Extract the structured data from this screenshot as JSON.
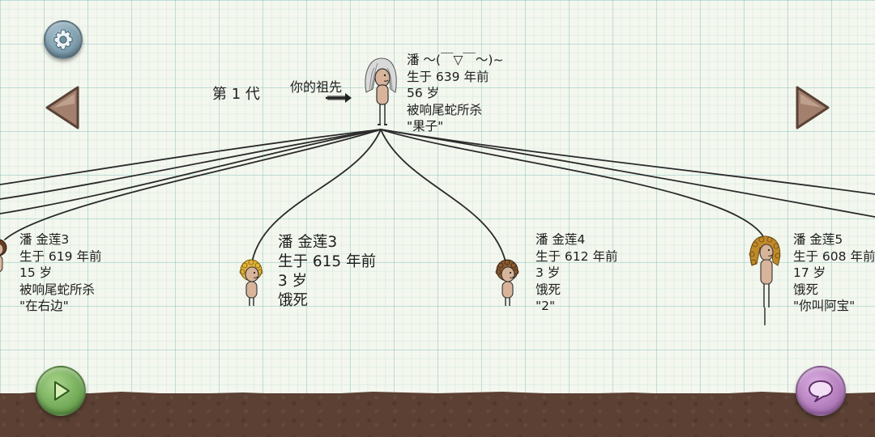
{
  "generation": {
    "label": "第 1 代"
  },
  "ancestor": {
    "pointer_label": "你的祖先",
    "name": "潘 ～(￣▽￣～)~",
    "born": "生于 639 年前",
    "age": "56 岁",
    "death": "被响尾蛇所杀",
    "quote": "\"果子\""
  },
  "children": [
    {
      "name": "潘 金莲3",
      "born": "生于 619 年前",
      "age": "15 岁",
      "death": "被响尾蛇所杀",
      "quote": "\"在右边\""
    },
    {
      "name": "潘 金莲3",
      "born": "生于 615 年前",
      "age": "3 岁",
      "death": "饿死",
      "quote": ""
    },
    {
      "name": "潘 金莲4",
      "born": "生于 612 年前",
      "age": "3 岁",
      "death": "饿死",
      "quote": "\"2\""
    },
    {
      "name": "潘 金莲5",
      "born": "生于 608 年前",
      "age": "17 岁",
      "death": "饿死",
      "quote": "\"你叫阿宝\""
    }
  ],
  "icons": {
    "settings": "gear-icon",
    "previous": "arrow-left-icon",
    "next": "arrow-right-icon",
    "play": "play-icon",
    "chat": "speech-bubble-icon"
  },
  "colors": {
    "arrow_button": "#a2806d",
    "settings_button": "#6f92a5",
    "play_button": "#5f9e40",
    "chat_button": "#a86db4",
    "ground": "#5b4033"
  }
}
